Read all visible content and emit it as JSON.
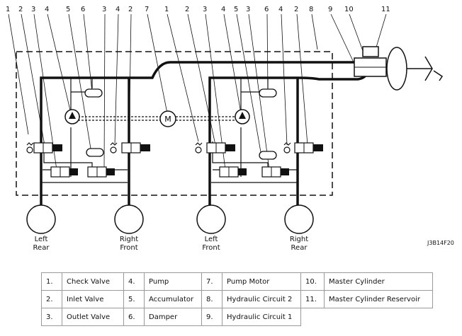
{
  "callouts": [
    {
      "id": "c1",
      "text": "1"
    },
    {
      "id": "c2",
      "text": "2"
    },
    {
      "id": "c3",
      "text": "3"
    },
    {
      "id": "c4",
      "text": "4"
    },
    {
      "id": "c5",
      "text": "5"
    },
    {
      "id": "c6",
      "text": "6"
    },
    {
      "id": "c7",
      "text": "3"
    },
    {
      "id": "c8",
      "text": "4"
    },
    {
      "id": "c9",
      "text": "2"
    },
    {
      "id": "c10",
      "text": "7"
    },
    {
      "id": "c11",
      "text": "1"
    },
    {
      "id": "c12",
      "text": "2"
    },
    {
      "id": "c13",
      "text": "3"
    },
    {
      "id": "c14",
      "text": "4"
    },
    {
      "id": "c15",
      "text": "5"
    },
    {
      "id": "c16",
      "text": "3"
    },
    {
      "id": "c17",
      "text": "6"
    },
    {
      "id": "c18",
      "text": "4"
    },
    {
      "id": "c19",
      "text": "2"
    },
    {
      "id": "c20",
      "text": "8"
    },
    {
      "id": "c21",
      "text": "9"
    },
    {
      "id": "c22",
      "text": "10"
    },
    {
      "id": "c23",
      "text": "11"
    }
  ],
  "motor_symbol": "M",
  "wheels": [
    {
      "line1": "Left",
      "line2": "Rear"
    },
    {
      "line1": "Right",
      "line2": "Front"
    },
    {
      "line1": "Left",
      "line2": "Front"
    },
    {
      "line1": "Right",
      "line2": "Rear"
    }
  ],
  "figure_ref": "J3B14F20",
  "legend": [
    [
      {
        "n": "1.",
        "label": "Check Valve"
      },
      {
        "n": "4.",
        "label": "Pump"
      },
      {
        "n": "7.",
        "label": "Pump Motor"
      },
      {
        "n": "10.",
        "label": "Master Cylinder"
      }
    ],
    [
      {
        "n": "2.",
        "label": "Inlet Valve"
      },
      {
        "n": "5.",
        "label": "Accumulator"
      },
      {
        "n": "8.",
        "label": "Hydraulic Circuit 2"
      },
      {
        "n": "11.",
        "label": "Master Cylinder Reservoir"
      }
    ],
    [
      {
        "n": "3.",
        "label": "Outlet Valve"
      },
      {
        "n": "6.",
        "label": "Damper"
      },
      {
        "n": "9.",
        "label": "Hydraulic Circuit 1"
      }
    ]
  ]
}
